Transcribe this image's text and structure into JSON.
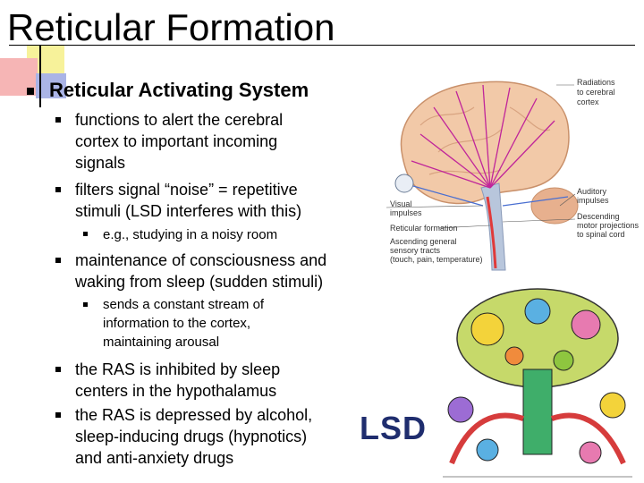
{
  "title": "Reticular Formation",
  "heading": "Reticular Activating System",
  "bullets": {
    "b1": [
      "functions to alert the cerebral",
      "cortex to important incoming",
      "signals"
    ],
    "b2": [
      "filters signal “noise” = repetitive",
      "stimuli (LSD interferes with this)"
    ],
    "b2_sub": "e.g., studying in a noisy room",
    "b3": [
      "maintenance of consciousness and",
      "waking from sleep (sudden stimuli)"
    ],
    "b3_sub": [
      "sends a constant stream of",
      "information to the cortex,",
      "maintaining arousal"
    ],
    "b4": [
      "the RAS is inhibited by sleep",
      "centers in the hypothalamus"
    ],
    "b5": [
      "the RAS is depressed by alcohol,",
      "sleep-inducing drugs (hypnotics)",
      "and anti-anxiety drugs"
    ]
  },
  "diagram": {
    "radiations": [
      "Radiations",
      "to cerebral",
      "cortex"
    ],
    "visual": [
      "Visual",
      "impulses"
    ],
    "reticular": "Reticular formation",
    "ascending": [
      "Ascending general",
      "sensory tracts",
      "(touch, pain, temperature)"
    ],
    "auditory": [
      "Auditory",
      "impulses"
    ],
    "descending": [
      "Descending",
      "motor projections",
      "to spinal cord"
    ]
  },
  "lsd_label": "LSD"
}
